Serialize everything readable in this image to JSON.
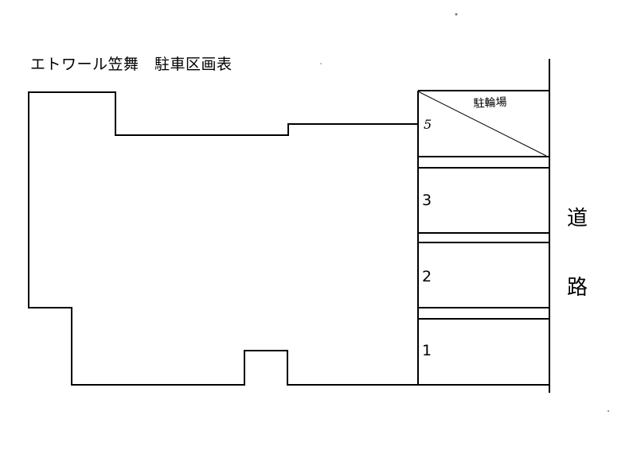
{
  "title": "エトワール笠舞　駐車区画表",
  "parking_slots": [
    {
      "label": "5",
      "note": "駐輪場"
    },
    {
      "label": "3"
    },
    {
      "label": "2"
    },
    {
      "label": "1"
    }
  ],
  "road": {
    "chars": [
      "道",
      "路"
    ]
  },
  "colors": {
    "line": "#000000",
    "background": "#ffffff"
  }
}
